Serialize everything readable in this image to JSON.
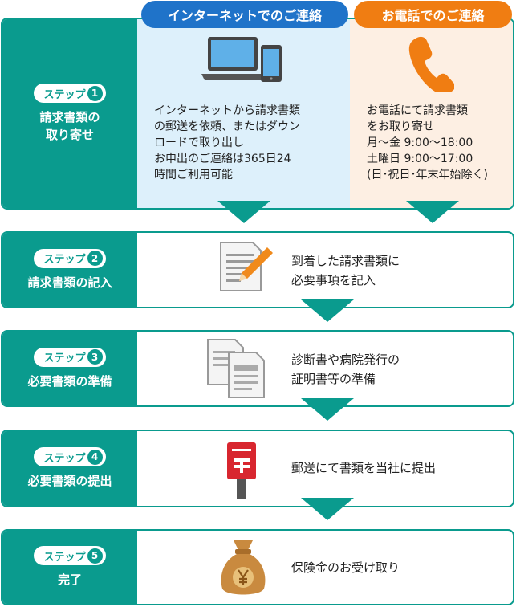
{
  "tabs": {
    "internet": "インターネットでのご連絡",
    "phone": "お電話でのご連絡"
  },
  "steps": [
    {
      "badge": "ステップ",
      "num": "1",
      "title_l1": "請求書類の",
      "title_l2": "取り寄せ",
      "internet_text": [
        "インターネットから請求書類",
        "の郵送を依頼、またはダウン",
        "ロードで取り出し",
        "お申出のご連絡は365日24",
        "時間ご利用可能"
      ],
      "phone_text": [
        "お電話にて請求書類",
        "をお取り寄せ",
        "月～金 9:00～18:00",
        "土曜日 9:00～17:00",
        "(日･祝日･年末年始除く)"
      ]
    },
    {
      "badge": "ステップ",
      "num": "2",
      "title": "請求書類の記入",
      "text": [
        "到着した請求書類に",
        "必要事項を記入"
      ]
    },
    {
      "badge": "ステップ",
      "num": "3",
      "title": "必要書類の準備",
      "text": [
        "診断書や病院発行の",
        "証明書等の準備"
      ]
    },
    {
      "badge": "ステップ",
      "num": "4",
      "title": "必要書類の提出",
      "text": [
        "郵送にて書類を当社に提出"
      ]
    },
    {
      "badge": "ステップ",
      "num": "5",
      "title": "完了",
      "text": [
        "保険金のお受け取り"
      ]
    }
  ],
  "colors": {
    "teal": "#0a9b8e",
    "blue": "#1f73c9",
    "orange": "#f07d12",
    "light_blue": "#ddf0fb",
    "light_orange": "#fdefe3"
  },
  "icons": [
    "laptop-phone-icon",
    "telephone-icon",
    "document-pencil-icon",
    "documents-icon",
    "postbox-icon",
    "money-bag-icon"
  ]
}
